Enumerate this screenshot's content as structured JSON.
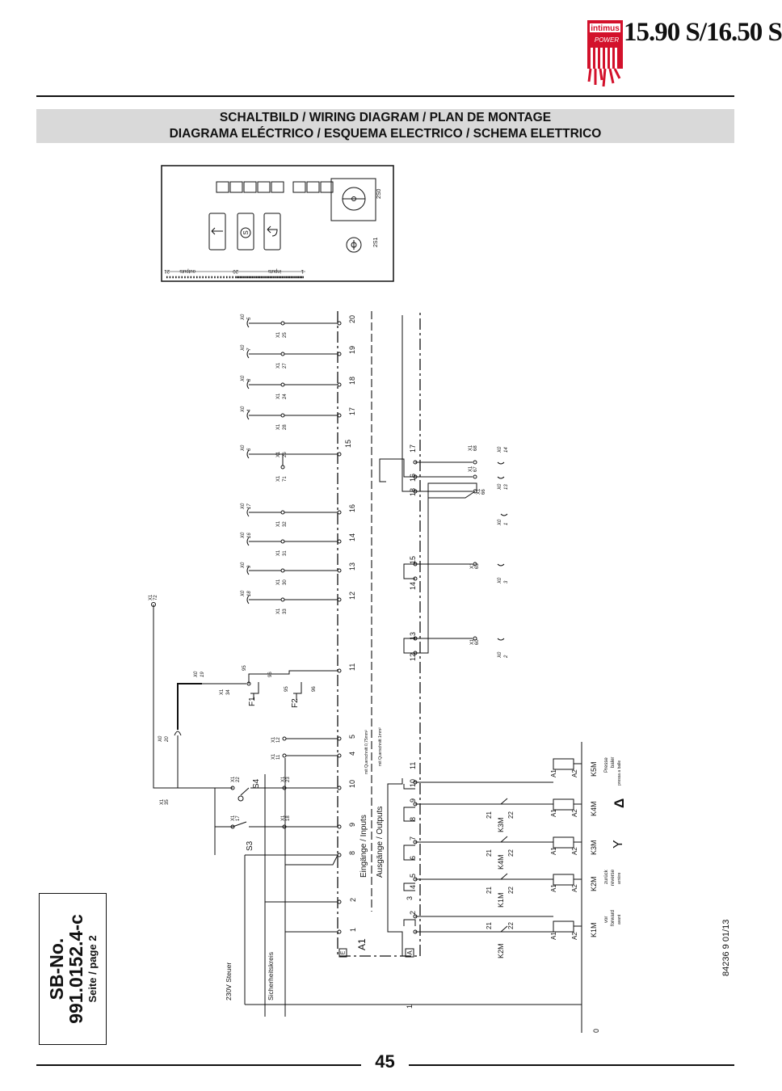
{
  "header": {
    "model": "15.90 S/16.50 S",
    "logo_brand": "intimus",
    "logo_sub": "POWER"
  },
  "banner": {
    "line1": "SCHALTBILD / WIRING DIAGRAM / PLAN DE MONTAGE",
    "line2": "DIAGRAMA ELÉCTRICO / ESQUEMA ELECTRICO / SCHEMA ELETTRICO"
  },
  "sb_box": {
    "line1": "SB-No.",
    "line2": "991.0152.4-c",
    "line3": "Seite / page 2"
  },
  "doc_code": "84236 9 01/13",
  "page_number": "45",
  "colors": {
    "ink": "#111111",
    "banner_bg": "#d9d9d9",
    "logo_red": "#d3112b"
  },
  "panel": {
    "switch_main": "2S0",
    "switch_key": "2S1",
    "label_outputs": "outputs",
    "label_inputs": "inputs",
    "label_1": "1",
    "label_20": "20",
    "label_21": "21",
    "btn_left_icon": "arrow-left-icon",
    "btn_stop_icon": "s-circle-icon",
    "btn_right_icon": "arrow-return-icon",
    "btn_stop_letter": "S"
  },
  "diagram": {
    "rail_0": "0",
    "label_230v": "230V Steuer",
    "label_safety": "Sicherheitskreis",
    "label_a1": "A1",
    "label_inputs": "Eingänge / Inputs",
    "label_outputs": "Ausgänge / Outputs",
    "wire_note_1": "mit Querschnitt 0,75mm²",
    "wire_note_2": "mit Querschnitt 1mm²",
    "box_e": "E",
    "box_a": "A",
    "switch_s3": "S3",
    "switch_s4": "S4",
    "f1": "F1",
    "f2": "F2",
    "n95": "95",
    "n96": "96",
    "x0": "X0",
    "x1": "X1",
    "x1_35": "35",
    "x1_72": "72",
    "x0_20": "20",
    "x0_19": "19",
    "x1_34": "34",
    "x1_17": "17",
    "x1_18": "18",
    "x1_22": "22",
    "x1_23": "23",
    "x1_11": "11",
    "x1_12": "12",
    "k1m": "K1M",
    "k2m": "K2M",
    "k3m": "K3M",
    "k4m": "K4M",
    "k5m": "K5M",
    "coil_a1": "A1",
    "coil_a2": "A2",
    "n21": "21",
    "n22": "22",
    "k1_vor": "vor",
    "k1_forward": "forward",
    "k1_avant": "avant",
    "k2_zuruck": "zurück",
    "k2_reverse": "reverse",
    "k2_arriere": "arrière",
    "k3_symbol": "Y",
    "k4_symbol": "Δ",
    "k5_presse": "Presse",
    "k5_baler": "baler",
    "k5_pressa": "pressa a balle",
    "in_nums": [
      "1",
      "2",
      "8",
      "9",
      "10",
      "4",
      "5",
      "11",
      "12",
      "13",
      "14",
      "16",
      "15",
      "17",
      "18",
      "19",
      "20"
    ],
    "in_x1": [
      "33",
      "30",
      "31",
      "32",
      "71",
      "28",
      "28",
      "24",
      "27",
      "25"
    ],
    "in_x0": [
      "18",
      "9",
      "16",
      "17",
      "6",
      "4",
      "8",
      "7",
      "5"
    ],
    "x1_26": "26",
    "out_nums": [
      "1",
      "2",
      "3",
      "4",
      "5",
      "6",
      "7",
      "8",
      "9",
      "10",
      "11",
      "12",
      "13",
      "14",
      "15",
      "16",
      "17",
      "18"
    ],
    "out_x1": [
      "60",
      "63",
      "66",
      "67",
      "68"
    ],
    "out_x0": [
      "2",
      "3",
      "1",
      "13",
      "14"
    ]
  }
}
